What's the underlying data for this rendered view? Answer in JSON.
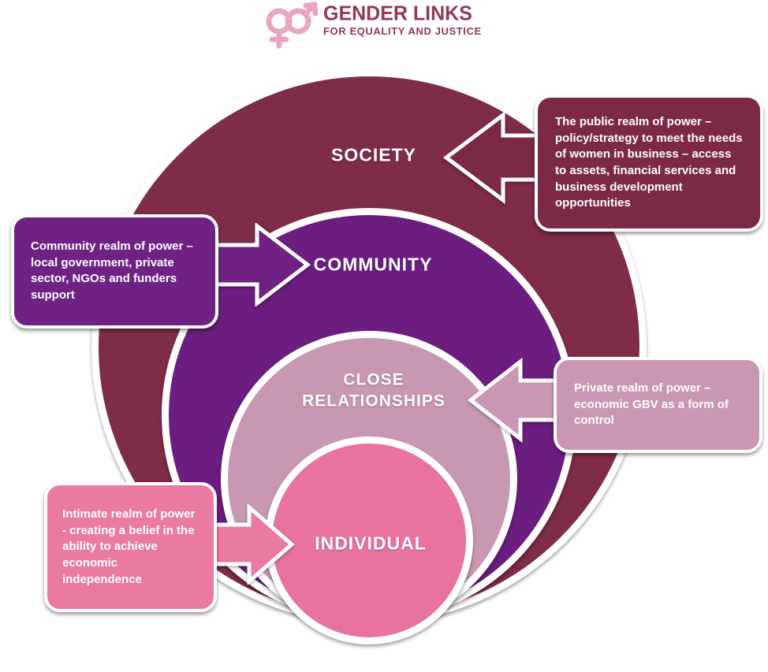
{
  "logo": {
    "title": "GENDER LINKS",
    "tagline": "FOR EQUALITY AND JUSTICE",
    "text_color": "#93394f",
    "icon_color": "#e9a6c1"
  },
  "rings": [
    {
      "label": "SOCIETY",
      "ring_color": "#7e2c47",
      "callout_text": "The public realm of power – policy/strategy to meet the needs of women in business – access to assets, financial services and business development opportunities",
      "callout_color": "#7b2945",
      "arrow_direction": "left"
    },
    {
      "label": "COMMUNITY",
      "ring_color": "#6c1d80",
      "callout_text": "Community realm of power – local government, private sector, NGOs and funders support",
      "callout_color": "#6f2184",
      "arrow_direction": "right"
    },
    {
      "label": "CLOSE RELATIONSHIPS",
      "ring_color": "#c897b4",
      "callout_text": "Private realm of power – economic GBV as a form of control",
      "callout_color": "#ca96b5",
      "arrow_direction": "left"
    },
    {
      "label": "INDIVIDUAL",
      "ring_color": "#e8739f",
      "callout_text": "Intimate realm of power - creating a belief in the ability to achieve economic independence",
      "callout_color": "#eb7aa3",
      "arrow_direction": "right"
    }
  ],
  "text_color_on_shapes": "#ffffff"
}
